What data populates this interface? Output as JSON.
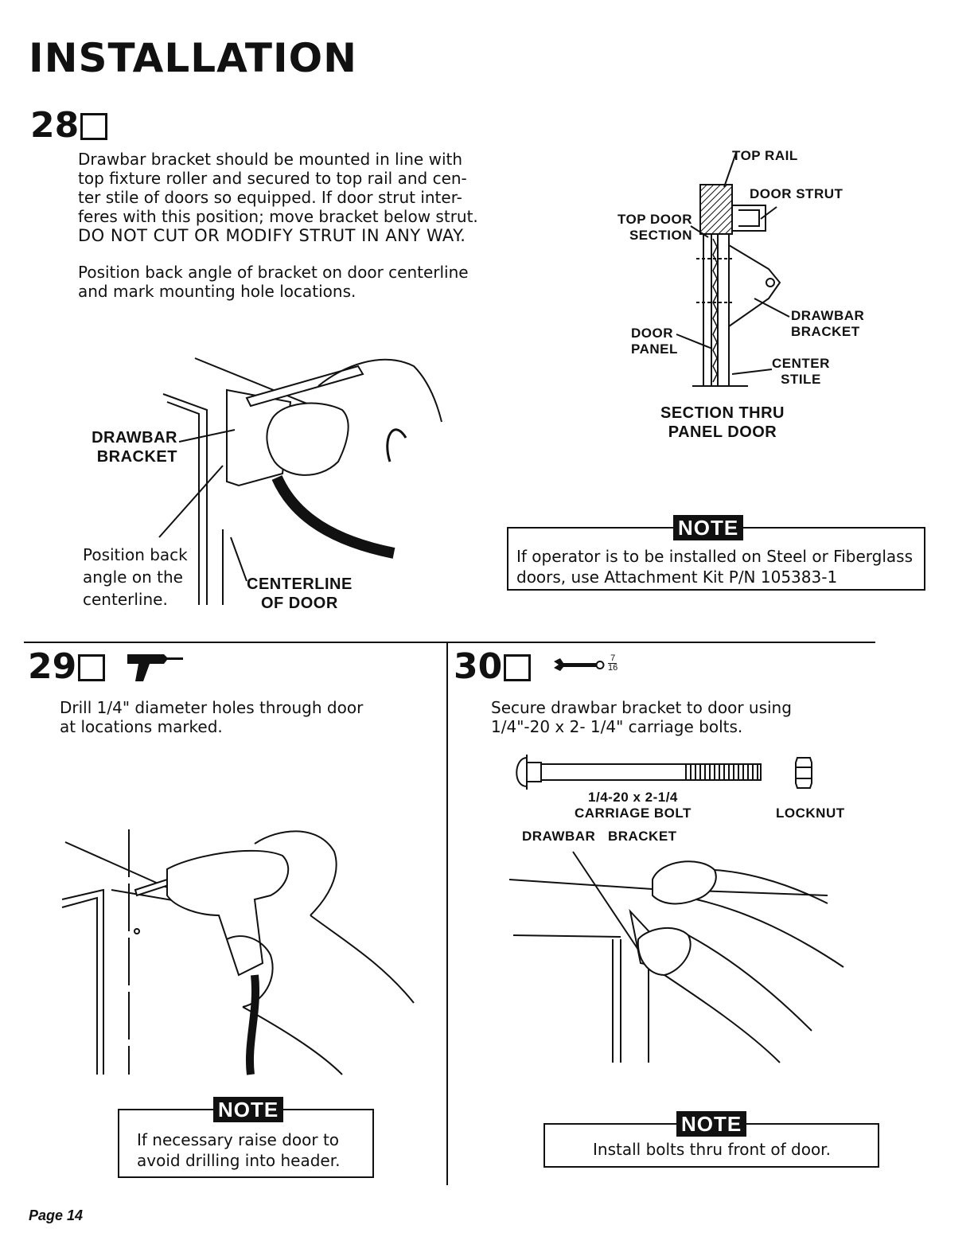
{
  "page": {
    "title": "INSTALLATION",
    "footer": "Page 14"
  },
  "step28": {
    "number": "28",
    "paragraph1_lines": [
      "Drawbar bracket should be mounted in line with",
      "top fixture roller and secured to top rail and cen-",
      "ter stile of doors so equipped.  If door strut inter-",
      "feres with this position; move bracket below strut."
    ],
    "warning": "DO NOT CUT OR MODIFY STRUT IN ANY WAY.",
    "paragraph2_lines": [
      "Position back angle of bracket on door centerline",
      "and mark mounting hole locations."
    ],
    "illustration_labels": {
      "drawbar_bracket": [
        "DRAWBAR",
        "BRACKET"
      ],
      "position_caption": [
        "Position back",
        "angle on the",
        "centerline."
      ],
      "centerline": [
        "CENTERLINE",
        "OF DOOR"
      ]
    },
    "section_labels": {
      "top_rail": "TOP RAIL",
      "door_strut": "DOOR STRUT",
      "top_door_section": [
        "TOP DOOR",
        "SECTION"
      ],
      "drawbar_bracket": [
        "DRAWBAR",
        "BRACKET"
      ],
      "door_panel": [
        "DOOR",
        "PANEL"
      ],
      "center_stile": [
        "CENTER",
        "STILE"
      ],
      "caption": [
        "SECTION THRU",
        "PANEL DOOR"
      ]
    },
    "note": {
      "tag": "NOTE",
      "lines": [
        "If operator is to be installed on Steel or Fiberglass",
        "doors, use Attachment Kit P/N 105383-1"
      ]
    }
  },
  "step29": {
    "number": "29",
    "icon": "drill-icon",
    "lines": [
      "Drill 1/4\" diameter holes through door",
      "at locations marked."
    ],
    "note": {
      "tag": "NOTE",
      "lines": [
        "If necessary raise door to",
        "avoid drilling into header."
      ]
    }
  },
  "step30": {
    "number": "30",
    "icon": "wrench-icon",
    "wrench_size_num": "7",
    "wrench_size_den": "16",
    "lines": [
      "Secure drawbar bracket to door using",
      "1/4\"-20 x 2- 1/4\" carriage bolts."
    ],
    "bolt_label": [
      "1/4-20 x 2-1/4",
      "CARRIAGE BOLT"
    ],
    "locknut_label": "LOCKNUT",
    "drawbar_bracket_label": "DRAWBAR   BRACKET",
    "note": {
      "tag": "NOTE",
      "lines": [
        "Install bolts thru front of door."
      ]
    }
  }
}
